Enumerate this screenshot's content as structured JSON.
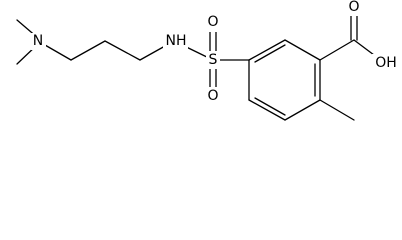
{
  "molecule": {
    "atoms": {
      "n_amine": "N",
      "n_sulfonamide": "NH",
      "sulfur": "S",
      "oxygen_top": "O",
      "oxygen_bottom": "O",
      "oxygen_carbonyl": "O",
      "hydroxyl": "OH"
    }
  }
}
